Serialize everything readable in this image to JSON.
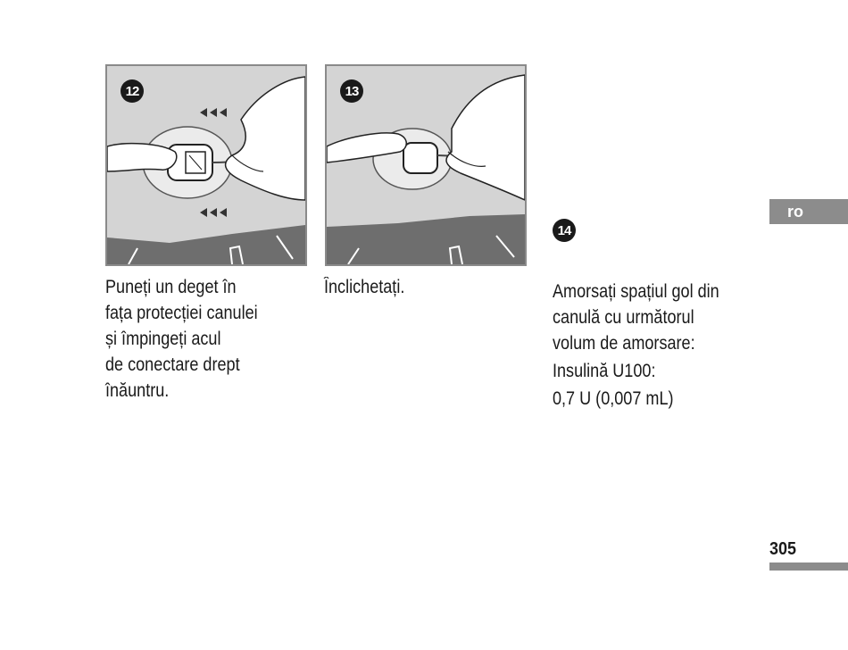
{
  "steps": [
    {
      "number": "12",
      "caption_lines": [
        "Puneți un deget în",
        "fața protecției canulei",
        "și împingeți acul",
        "de conectare drept",
        "înăuntru."
      ]
    },
    {
      "number": "13",
      "caption_lines": [
        "Înclichetați."
      ]
    },
    {
      "number": "14",
      "caption_lines": [
        "Amorsați spațiul gol din",
        "canulă cu următorul",
        "volum de amorsare:"
      ],
      "value_lines": [
        "Insulină U100:",
        "0,7 U (0,007 mL)"
      ]
    }
  ],
  "side_tab": {
    "label": "ro"
  },
  "page": {
    "number": "305"
  },
  "colors": {
    "text": "#1a1a1a",
    "tab_gray": "#8c8c8c",
    "figure_bg": "#d4d4d4",
    "figure_border": "#8a8a8a"
  },
  "icons": {
    "push_arrows": "triple-left-arrow-icon"
  }
}
